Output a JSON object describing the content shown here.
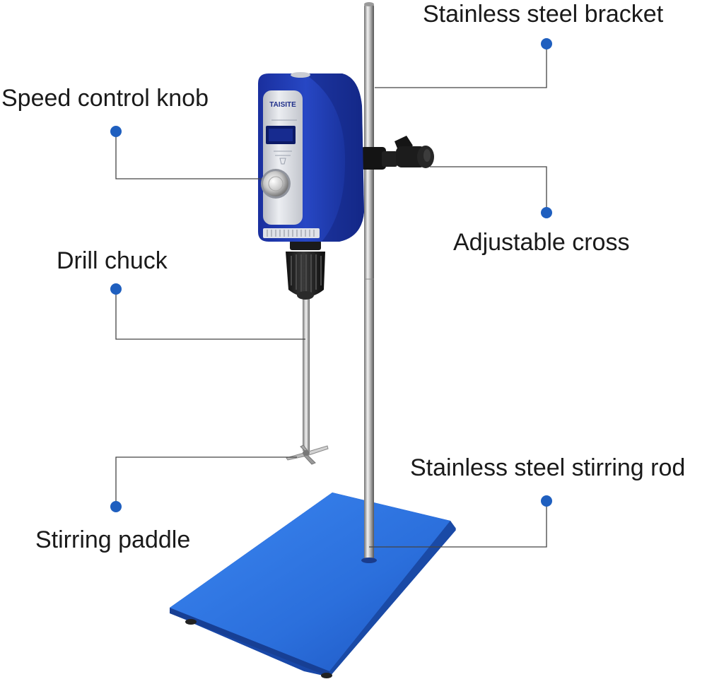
{
  "product": {
    "brand": "TAISITE"
  },
  "callouts": {
    "bracket": "Stainless steel bracket",
    "knob": "Speed control knob",
    "cross": "Adjustable cross",
    "chuck": "Drill chuck",
    "rod": "Stainless steel stirring rod",
    "paddle": "Stirring paddle"
  },
  "colors": {
    "dot": "#1f5fbf",
    "line": "#444444",
    "housing": "#1f3fb5",
    "base": "#2f72df"
  }
}
